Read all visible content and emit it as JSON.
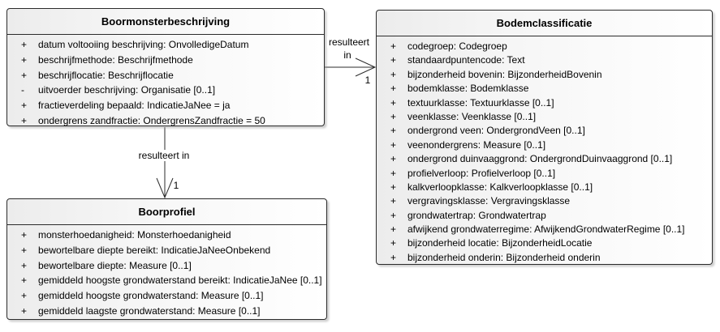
{
  "diagram": {
    "type": "uml-class-diagram",
    "colors": {
      "border": "#2b2b2b",
      "box_fill_left": "#ececec",
      "box_fill_right": "#ffffff",
      "text": "#000000",
      "background": "#ffffff"
    },
    "classes": [
      {
        "name": "Boormonsterbeschrijving",
        "attributes": [
          {
            "visibility": "+",
            "text": "datum voltooiing beschrijving: OnvolledigeDatum"
          },
          {
            "visibility": "+",
            "text": "beschrijfmethode: Beschrijfmethode"
          },
          {
            "visibility": "+",
            "text": "beschrijflocatie: Beschrijflocatie"
          },
          {
            "visibility": "-",
            "text": "uitvoerder beschrijving: Organisatie [0..1]"
          },
          {
            "visibility": "+",
            "text": "fractieverdeling bepaald: IndicatieJaNee = ja"
          },
          {
            "visibility": "+",
            "text": "ondergrens zandfractie: OndergrensZandfractie = 50"
          }
        ]
      },
      {
        "name": "Bodemclassificatie",
        "attributes": [
          {
            "visibility": "+",
            "text": "codegroep: Codegroep"
          },
          {
            "visibility": "+",
            "text": "standaardpuntencode: Text"
          },
          {
            "visibility": "+",
            "text": "bijzonderheid bovenin: BijzonderheidBovenin"
          },
          {
            "visibility": "+",
            "text": "bodemklasse: Bodemklasse"
          },
          {
            "visibility": "+",
            "text": "textuurklasse: Textuurklasse [0..1]"
          },
          {
            "visibility": "+",
            "text": "veenklasse: Veenklasse [0..1]"
          },
          {
            "visibility": "+",
            "text": "ondergrond veen: OndergrondVeen [0..1]"
          },
          {
            "visibility": "+",
            "text": "veenondergrens: Measure [0..1]"
          },
          {
            "visibility": "+",
            "text": "ondergrond duinvaaggrond: OndergrondDuinvaaggrond [0..1]"
          },
          {
            "visibility": "+",
            "text": "profielverloop: Profielverloop [0..1]"
          },
          {
            "visibility": "+",
            "text": "kalkverloopklasse: Kalkverloopklasse [0..1]"
          },
          {
            "visibility": "+",
            "text": "vergravingsklasse: Vergravingsklasse"
          },
          {
            "visibility": "+",
            "text": "grondwatertrap: Grondwatertrap"
          },
          {
            "visibility": "+",
            "text": "afwijkend grondwaterregime: AfwijkendGrondwaterRegime [0..1]"
          },
          {
            "visibility": "+",
            "text": "bijzonderheid locatie: BijzonderheidLocatie"
          },
          {
            "visibility": "+",
            "text": "bijzonderheid onderin: Bijzonderheid onderin"
          }
        ]
      },
      {
        "name": "Boorprofiel",
        "attributes": [
          {
            "visibility": "+",
            "text": "monsterhoedanigheid: Monsterhoedanigheid"
          },
          {
            "visibility": "+",
            "text": "bewortelbare diepte bereikt: IndicatieJaNeeOnbekend"
          },
          {
            "visibility": "+",
            "text": "bewortelbare diepte: Measure [0..1]"
          },
          {
            "visibility": "+",
            "text": "gemiddeld hoogste grondwaterstand bereikt: IndicatieJaNee [0..1]"
          },
          {
            "visibility": "+",
            "text": "gemiddeld hoogste grondwaterstand: Measure [0..1]"
          },
          {
            "visibility": "+",
            "text": "gemiddeld laagste grondwaterstand: Measure [0..1]"
          }
        ]
      }
    ],
    "connectors": [
      {
        "label_lines": [
          "resulteert",
          "in"
        ],
        "target_multiplicity": "1"
      },
      {
        "label_lines": [
          "resulteert in"
        ],
        "target_multiplicity": "1"
      }
    ]
  }
}
